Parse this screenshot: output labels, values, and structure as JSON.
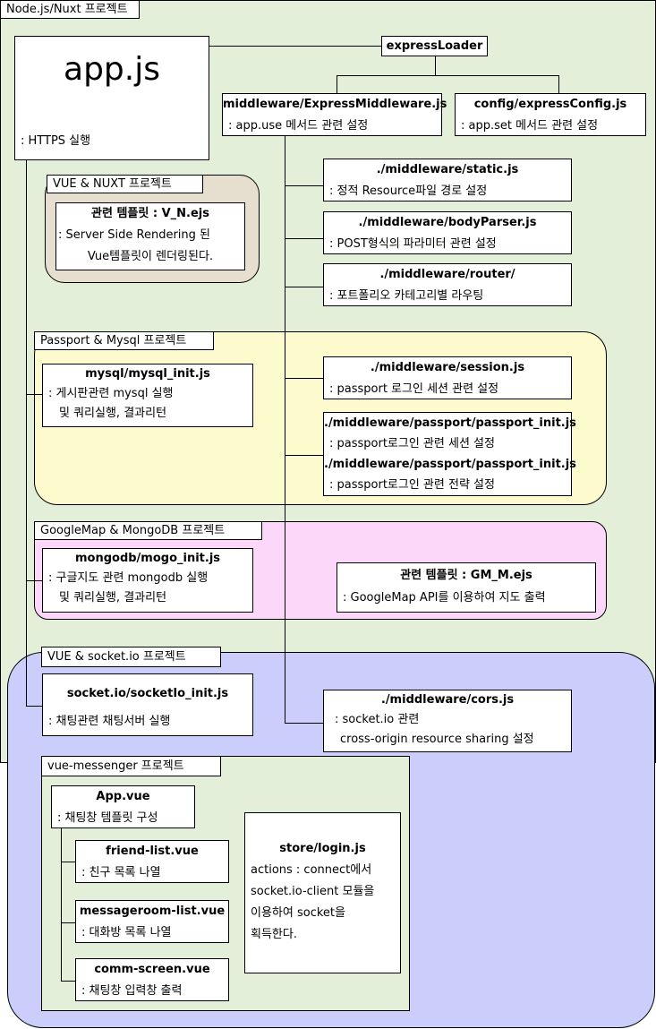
{
  "colors": {
    "outer_bg": "#e3efd8",
    "vue_nuxt_bg": "#e6dfcf",
    "passport_bg": "#fdfbce",
    "googlemap_bg": "#fcd7f9",
    "socketio_bg": "#cbcdfa",
    "messenger_bg": "#e3efd8",
    "box_bg": "#ffffff",
    "line": "#000000"
  },
  "outer": {
    "label": "Node.js/Nuxt 프로젝트"
  },
  "app": {
    "title": "app.js",
    "desc": ": HTTPS 실행"
  },
  "expressLoader": {
    "label": "expressLoader"
  },
  "middleware": {
    "title": "middleware/ExpressMiddleware.js",
    "desc": ": app.use 메서드 관련 설정"
  },
  "config": {
    "title": "config/expressConfig.js",
    "desc": ": app.set 메서드 관련 설정"
  },
  "static": {
    "title": "./middleware/static.js",
    "desc": ": 정적 Resource파일 경로 설정"
  },
  "bodyParser": {
    "title": "./middleware/bodyParser.js",
    "desc": ": POST형식의 파라미터 관련 설정"
  },
  "router": {
    "title": "./middleware/router/",
    "desc": ": 포트폴리오 카테고리별 라우팅"
  },
  "vueNuxt": {
    "label": "VUE & NUXT 프로젝트",
    "template_title": "관련 템플릿 : V_N.ejs",
    "template_desc1": ": Server Side Rendering 된",
    "template_desc2": "Vue템플릿이 렌더링된다."
  },
  "passport": {
    "label": "Passport & Mysql 프로젝트",
    "mysql_title": "mysql/mysql_init.js",
    "mysql_desc1": ": 게시판관련 mysql 실행",
    "mysql_desc2": "및 쿼리실행, 결과리턴",
    "session_title": "./middleware/session.js",
    "session_desc": ": passport 로그인 세션 관련 설정",
    "pinit1_title": "./middleware/passport/passport_init.js",
    "pinit1_desc": ": passport로그인 관련 세션 설정",
    "pinit2_title": "./middleware/passport/passport_init.js",
    "pinit2_desc": ": passport로그인 관련 전략 설정"
  },
  "googlemap": {
    "label": "GoogleMap & MongoDB 프로젝트",
    "mongo_title": "mongodb/mogo_init.js",
    "mongo_desc1": ": 구글지도 관련 mongodb 실행",
    "mongo_desc2": "및 쿼리실행, 결과리턴",
    "template_title": "관련 템플릿 : GM_M.ejs",
    "template_desc": ": GoogleMap API를 이용하여 지도 출력"
  },
  "socketio": {
    "label": "VUE & socket.io 프로젝트",
    "init_title": "socket.io/socketIo_init.js",
    "init_desc": ": 채팅관련 채팅서버 실행",
    "cors_title": "./middleware/cors.js",
    "cors_desc1": ": socket.io 관련",
    "cors_desc2": "cross-origin resource sharing 설정"
  },
  "messenger": {
    "label": "vue-messenger 프로젝트",
    "app_title": "App.vue",
    "app_desc": ": 채팅창 템플릿 구성",
    "friend_title": "friend-list.vue",
    "friend_desc": ": 친구 목록 나열",
    "room_title": "messageroom-list.vue",
    "room_desc": ": 대화방 목록 나열",
    "comm_title": "comm-screen.vue",
    "comm_desc": ": 채팅창 입력창 출력",
    "store_title": "store/login.js",
    "store_desc1": "actions : connect에서",
    "store_desc2": "socket.io-client 모듈을",
    "store_desc3": "이용하여 socket을",
    "store_desc4": "획득한다."
  }
}
